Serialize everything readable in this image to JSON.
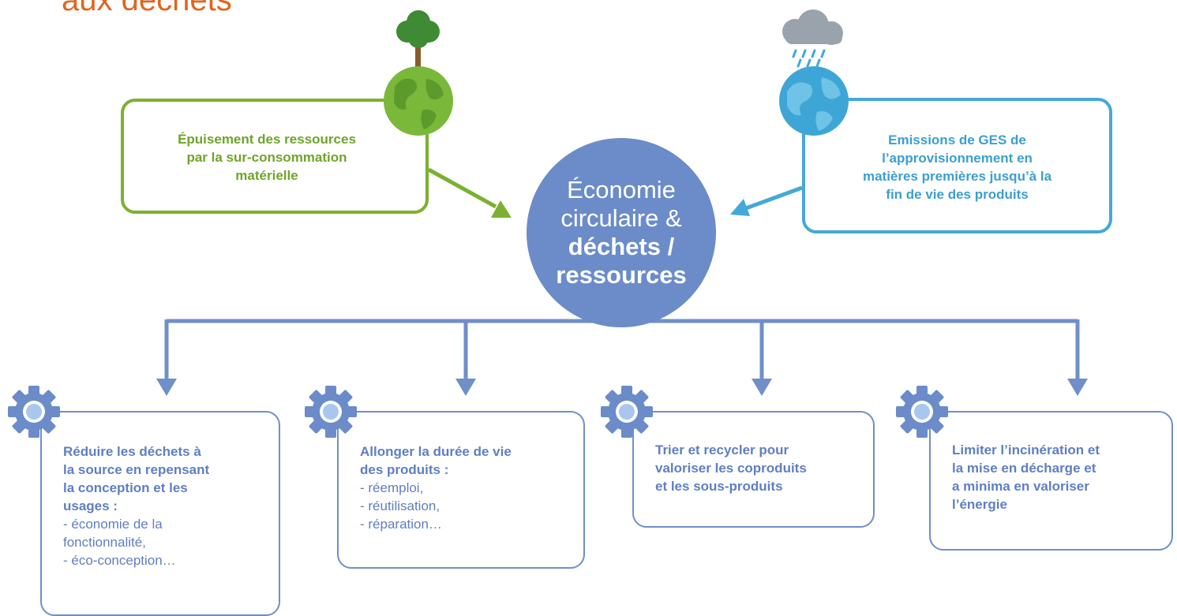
{
  "title": "aux déchets",
  "center": {
    "line1": "Économie",
    "line2": "circulaire &",
    "line3": "déchets /",
    "line4": "ressources"
  },
  "left_box": {
    "lines": [
      "Épuisement des ressources",
      "par la sur-consommation",
      "matérielle"
    ]
  },
  "right_box": {
    "lines": [
      "Emissions de GES de",
      "l’approvisionnement en",
      "matières premières jusqu’à la",
      "fin de vie des produits"
    ]
  },
  "bottom_boxes": [
    {
      "bold": [
        "Réduire les déchets à",
        "la source en repensant",
        "la conception et les",
        "usages :"
      ],
      "items": [
        "- économie de la",
        "fonctionnalité,",
        "- éco-conception…"
      ]
    },
    {
      "bold": [
        "Allonger la durée de vie",
        "des produits :"
      ],
      "items": [
        "- réemploi,",
        "- réutilisation,",
        "- réparation…"
      ]
    },
    {
      "bold": [
        "Trier et recycler pour",
        "valoriser les coproduits",
        "et les sous-produits"
      ],
      "items": []
    },
    {
      "bold": [
        "Limiter l’incinération et",
        "la mise en décharge et",
        "a minima en valoriser",
        "l’énergie"
      ],
      "items": []
    }
  ],
  "colors": {
    "title": "#e0651f",
    "green": "#7cb032",
    "blue": "#44a9d6",
    "center": "#6b8cc9",
    "connector": "#6f8fc9"
  },
  "icons": [
    "tree-icon",
    "earth-green-icon",
    "rain-cloud-icon",
    "earth-blue-icon",
    "gear-icon"
  ]
}
